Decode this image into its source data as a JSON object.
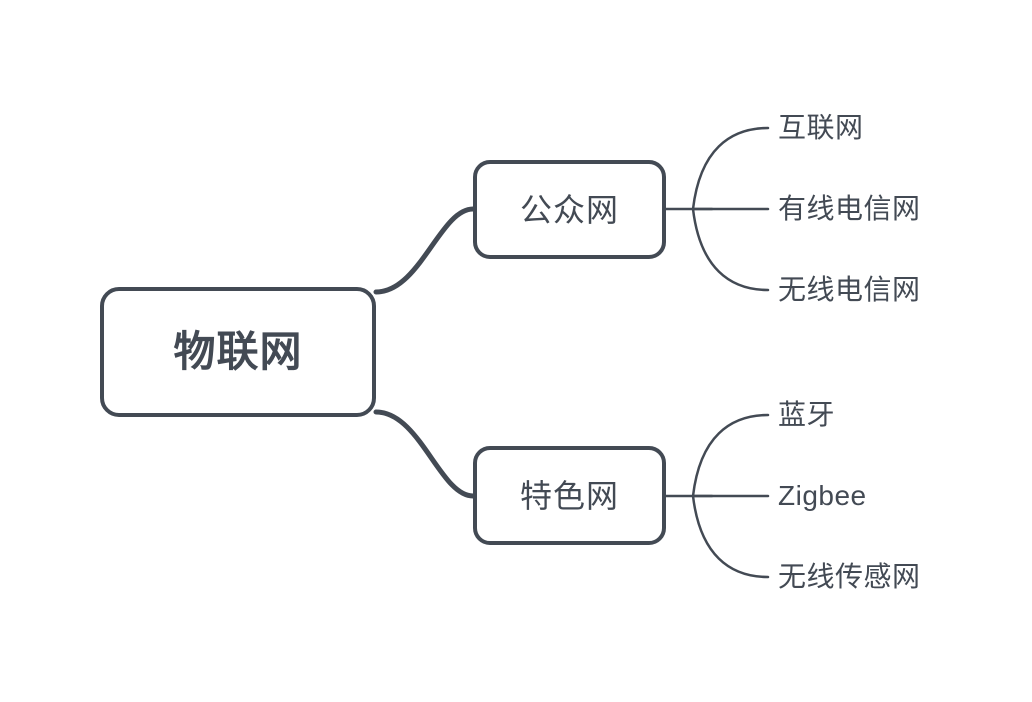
{
  "diagram": {
    "type": "mind-map",
    "title": "物联网",
    "background_color": "#ffffff",
    "stroke_color": "#434a54",
    "text_color": "#434a54",
    "root": {
      "label": "物联网"
    },
    "branches": [
      {
        "label": "公众网",
        "position": "top",
        "leaves": [
          {
            "label": "互联网"
          },
          {
            "label": "有线电信网"
          },
          {
            "label": "无线电信网"
          }
        ]
      },
      {
        "label": "特色网",
        "position": "bottom",
        "leaves": [
          {
            "label": "蓝牙"
          },
          {
            "label": "Zigbee"
          },
          {
            "label": "无线传感网"
          }
        ]
      }
    ]
  }
}
